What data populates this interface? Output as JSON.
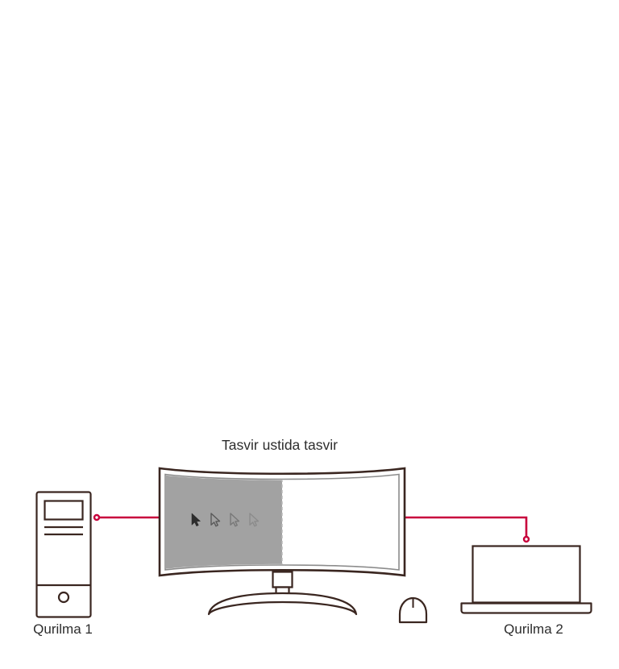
{
  "diagram": {
    "title": "Tasvir ustida tasvir",
    "colors": {
      "connector_red": "#c8003c",
      "outline_dark": "#3a2620",
      "screen_gray": "#a2a2a2",
      "screen_white": "#ffffff",
      "text": "#2d2d2d",
      "background": "#ffffff"
    },
    "nodes": {
      "device_one": {
        "label": "Qurilma 1",
        "icon": "desktop-tower-icon"
      },
      "device_two": {
        "label": "Qurilma 2",
        "icon": "laptop-icon"
      },
      "monitor": {
        "icon": "curved-monitor-icon",
        "left_panel_fill": "#a2a2a2",
        "right_panel_fill": "#ffffff",
        "divider_style": "dashed"
      },
      "mouse": {
        "icon": "computer-mouse-icon"
      }
    },
    "cursors": [
      {
        "name": "cursor-arrow-1",
        "opacity": 1.0
      },
      {
        "name": "cursor-arrow-2",
        "opacity": 0.72
      },
      {
        "name": "cursor-arrow-3",
        "opacity": 0.42
      },
      {
        "name": "cursor-arrow-4",
        "opacity": 0.22
      }
    ],
    "connections": [
      {
        "name": "connection-tower-to-monitor",
        "from": "Qurilma 1",
        "to": "Monitor",
        "color": "#c8003c"
      },
      {
        "name": "connection-monitor-to-laptop",
        "from": "Monitor",
        "to": "Qurilma 2",
        "color": "#c8003c"
      }
    ]
  }
}
